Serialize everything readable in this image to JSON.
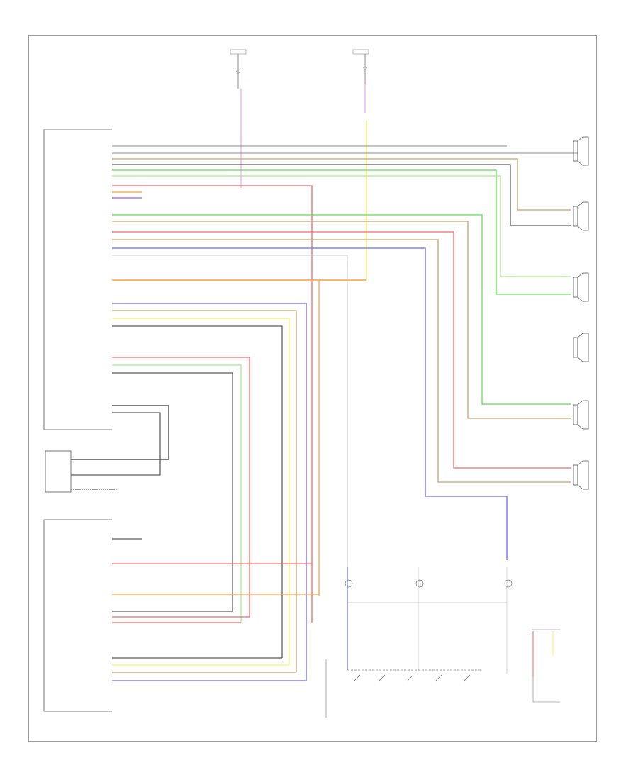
{
  "diagram": {
    "footer_code": "",
    "colors": {
      "wire_gray": "#8c8c8c",
      "wire_dark": "#303030",
      "wire_pink": "#f2a0f0",
      "wire_yellow": "#f6f06a",
      "wire_green": "#59e04a",
      "wire_lightgreen": "#a6ec8e",
      "wire_red": "#f06a6a",
      "wire_orange": "#f7a040",
      "wire_blue": "#6a6af5",
      "wire_tan": "#c9a26a",
      "wire_violet": "#a060d0",
      "frame": "#9a9a9a"
    },
    "top_fuse_left": {
      "lines": []
    },
    "top_fuse_right": {
      "lines": []
    },
    "audio_unit": {
      "label": "",
      "pins": []
    },
    "antenna_amp": {
      "label": ""
    },
    "tuner_unit": {
      "label": ""
    },
    "speakers": [
      {
        "name": "",
        "id": "lf"
      },
      {
        "name": "",
        "id": "lr"
      },
      {
        "name": "",
        "id": "lrr"
      },
      {
        "name": "",
        "id": "rf"
      },
      {
        "name": "",
        "id": "rr"
      },
      {
        "name": "",
        "id": "rrr"
      }
    ],
    "steering_switch": {
      "label": "",
      "buttons": []
    },
    "ground_box": {
      "label": ""
    }
  }
}
